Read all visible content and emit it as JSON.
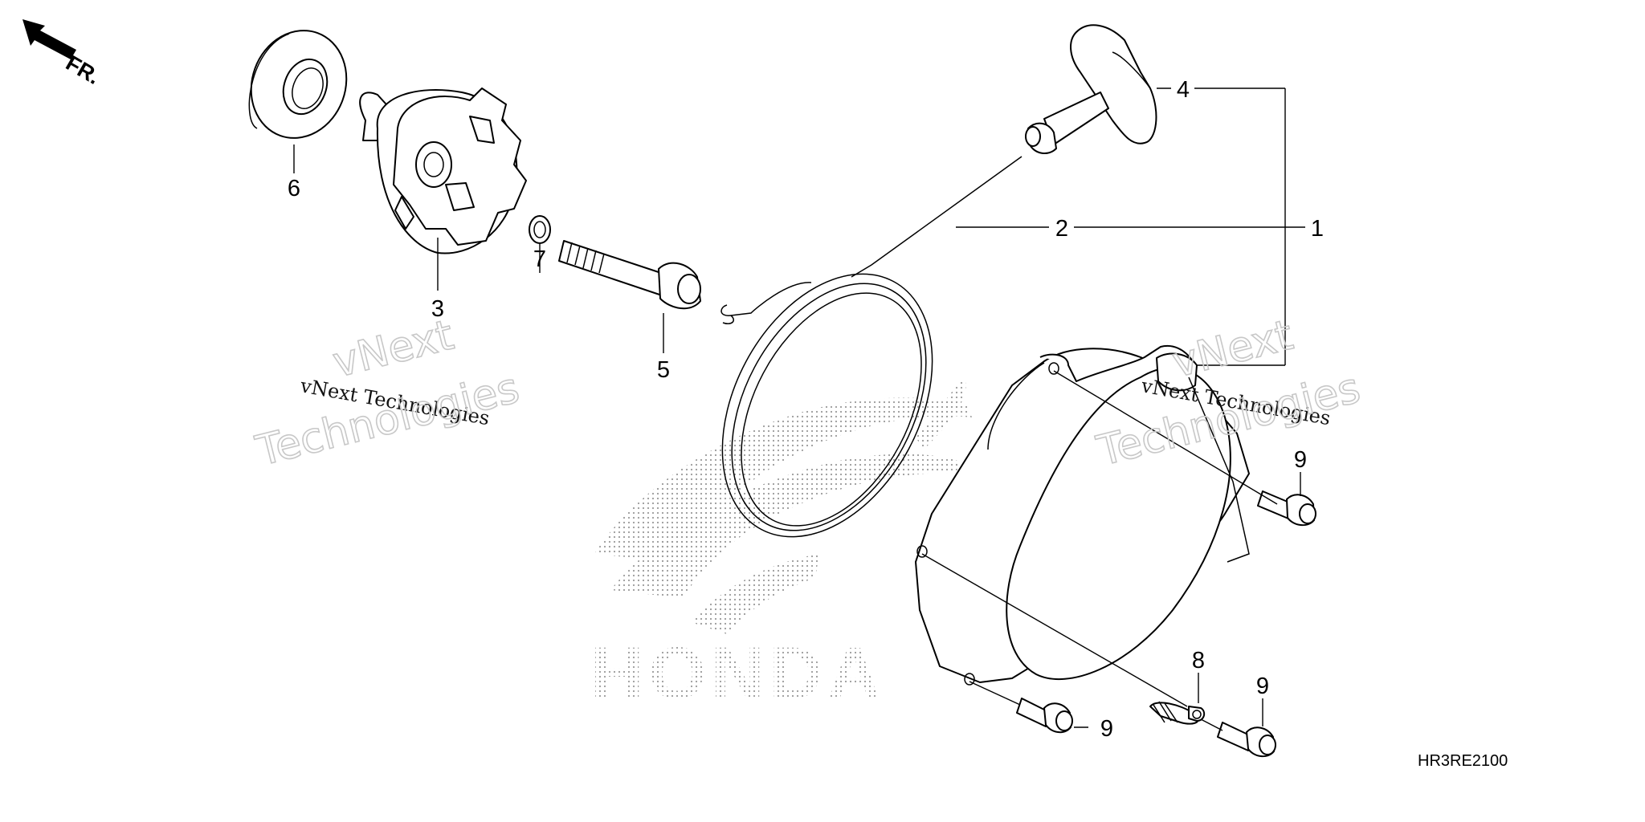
{
  "diagram": {
    "part_code": "HR3RE2100",
    "orientation": {
      "label": "FR."
    },
    "callouts": {
      "c1": "1",
      "c2": "2",
      "c3": "3",
      "c4": "4",
      "c5": "5",
      "c6": "6",
      "c7": "7",
      "c8": "8",
      "c9a": "9",
      "c9b": "9",
      "c9c": "9"
    },
    "watermarks": {
      "left_top": "vNext",
      "left_mid": "vNext Technologies",
      "left_bottom": "Technologies",
      "right_top": "vNext",
      "right_mid": "vNext Technologies",
      "right_bottom": "Technologies"
    },
    "brand_logo": "HONDA"
  }
}
